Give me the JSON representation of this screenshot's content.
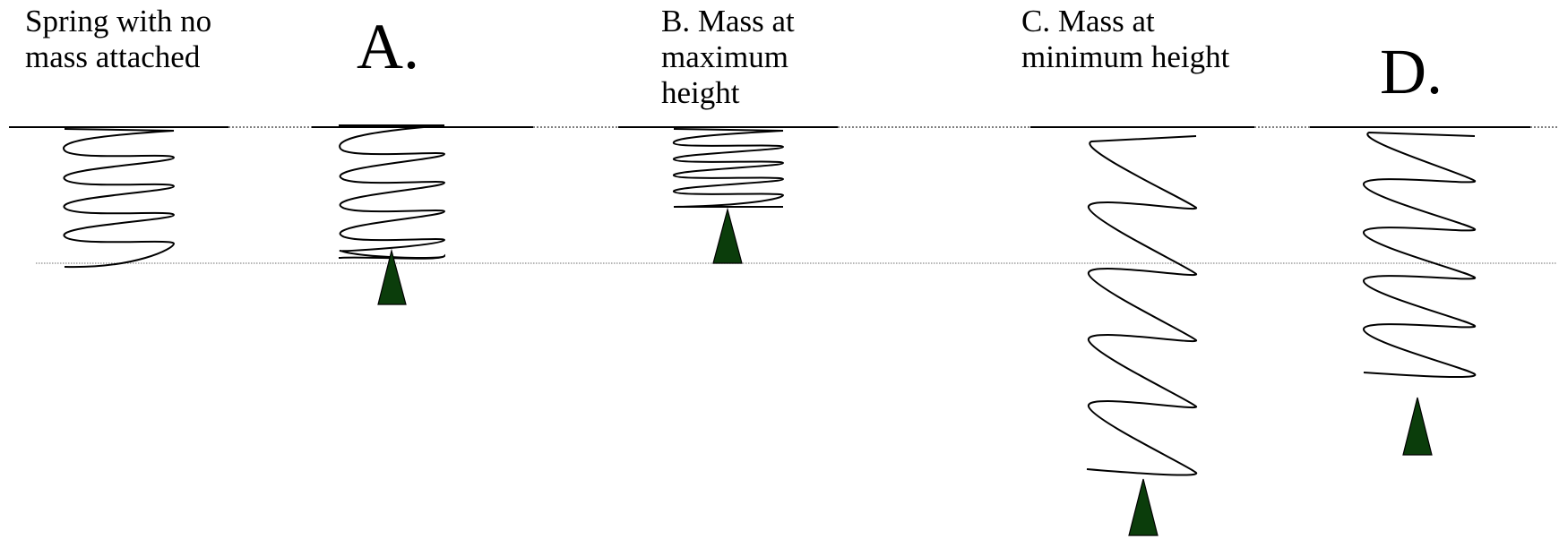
{
  "labels": {
    "no_mass": "Spring with no\nmass attached",
    "a": "A.",
    "b": "B. Mass at\nmaximum\nheight",
    "c": "C. Mass at\nminimum height",
    "d": "D."
  },
  "colors": {
    "ink": "#000000",
    "mass_fill": "#0b3d0b",
    "guide": "#7f7f7f"
  }
}
